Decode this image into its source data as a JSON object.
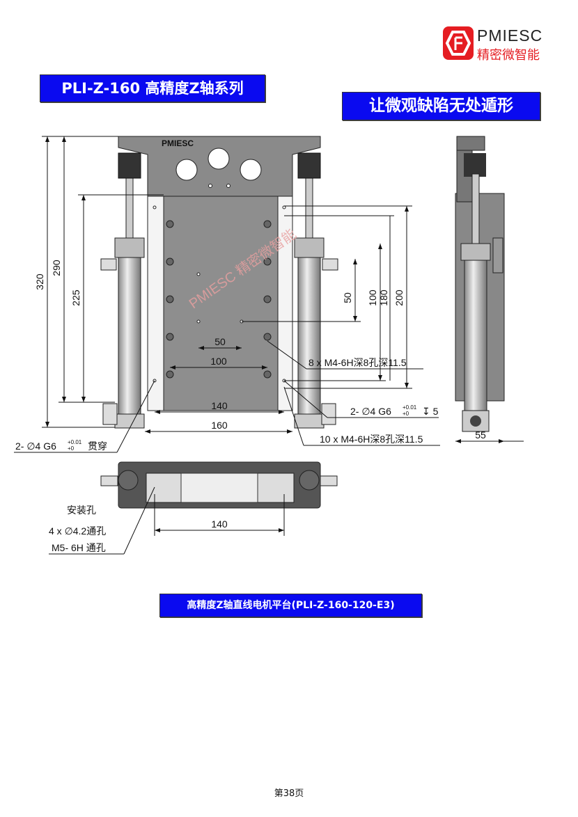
{
  "logo": {
    "brand": "PMIESC",
    "brand_cn": "精密微智能"
  },
  "title_banner": "PLI-Z-160 高精度Z轴系列",
  "slogan_banner": "让微观缺陷无处遁形",
  "front_view": {
    "dimensions": {
      "height_320": "320",
      "height_290": "290",
      "height_225": "225",
      "v_50": "50",
      "v_100": "100",
      "v_180": "180",
      "v_200": "200",
      "h_50": "50",
      "h_100": "100",
      "h_140": "140",
      "h_160": "160"
    },
    "plate_logo": "PMIESC",
    "watermark": "PMIESC 精密微智能",
    "annotations": {
      "holes_8": "8 x M4-6H深8孔深11.5",
      "pin_holes": "2- ∅4 G6",
      "pin_tol_upper": "+0.01",
      "pin_tol_lower": "+0",
      "pin_depth": "↧ 5",
      "holes_10": "10 x M4-6H深8孔深11.5",
      "through_pin": "2- ∅4 G6",
      "through_tol_upper": "+0.01",
      "through_tol_lower": "+0",
      "through_label": "贯穿"
    }
  },
  "side_view": {
    "width_55": "55"
  },
  "bottom_view": {
    "width_140": "140",
    "mount_label": "安装孔",
    "mount_holes": "4 x ∅4.2通孔",
    "thread_holes": "M5- 6H 通孔"
  },
  "bottom_banner": "高精度Z轴直线电机平台(PLI-Z-160-120-E3)",
  "page_number": "第38页",
  "colors": {
    "banner": "#0a0af0",
    "brand_red": "#e51d22"
  }
}
